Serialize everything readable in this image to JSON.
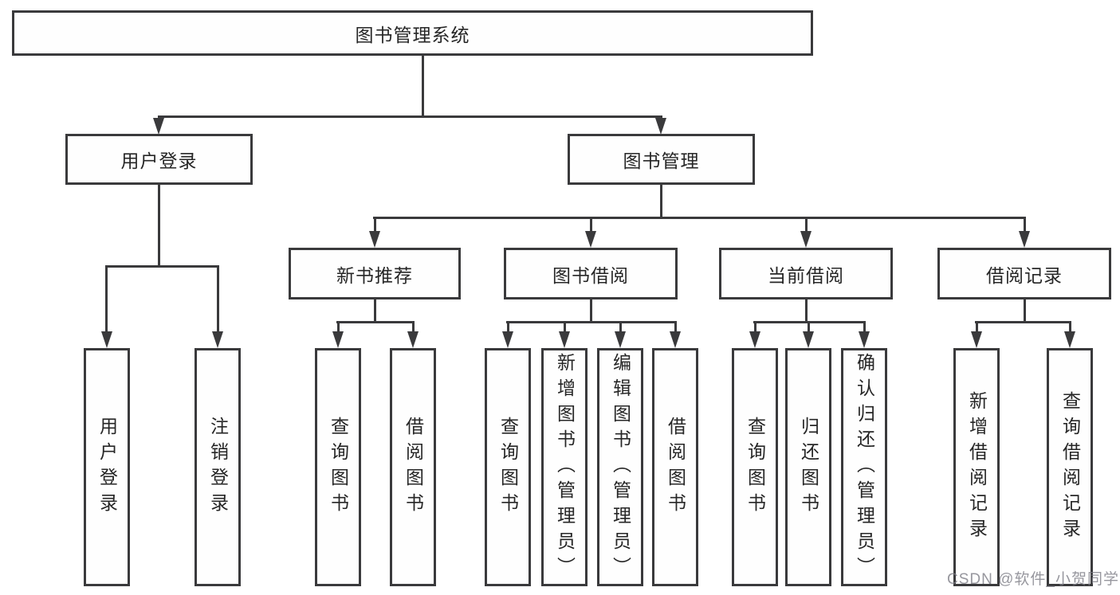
{
  "level1": {
    "root": "图书管理系统"
  },
  "level2": {
    "user_login": "用户登录",
    "book_mgmt": "图书管理"
  },
  "level3": {
    "new_books": "新书推荐",
    "borrowing": "图书借阅",
    "current": "当前借阅",
    "records": "借阅记录"
  },
  "leaves": {
    "ul_login": "用户登录",
    "ul_logout": "注销登录",
    "nb_query": "查询图书",
    "nb_borrow": "借阅图书",
    "bb_query": "查询图书",
    "bb_add": "新增图书（管理员）",
    "bb_edit": "编辑图书（管理员）",
    "bb_borrow": "借阅图书",
    "cb_query": "查询图书",
    "cb_return": "归还图书",
    "cb_confirm": "确认归还（管理员）",
    "br_add": "新增借阅记录",
    "br_query": "查询借阅记录"
  },
  "watermark": "CSDN @软件_小贺同学",
  "colors": {
    "line": "#3a3a3c",
    "text": "#262626",
    "watermark": "#7d7d86"
  }
}
